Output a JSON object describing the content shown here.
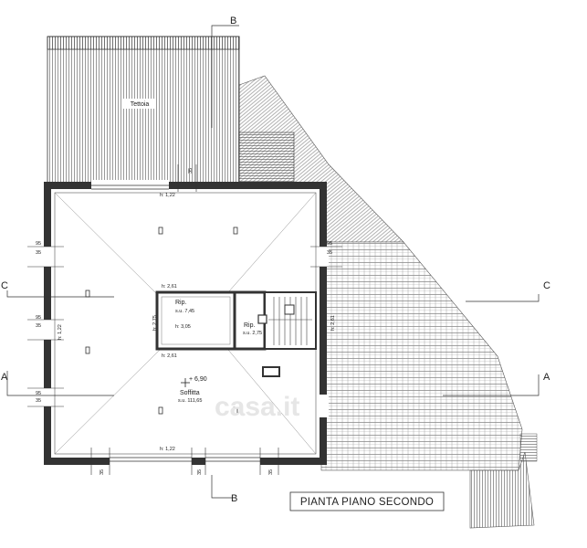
{
  "title": "PIANTA PIANO SECONDO",
  "watermark": "casa.it",
  "section_labels": {
    "a": "A",
    "b": "B",
    "c": "C"
  },
  "rooms": {
    "tettoia": "Tettoia",
    "rip1_name": "Rip.",
    "rip1_area": "s.u. 7,45",
    "rip1_height": "h: 3,05",
    "rip2_name": "Rip.",
    "rip2_area": "s.u. 2,75",
    "soffitta_name": "Soffitta",
    "soffitta_area": "s.u. 111,65",
    "level": "+ 6,90"
  },
  "heights": {
    "top": "h: 1,22",
    "rip_top": "h: 2,61",
    "rip_bottom": "h: 2,61",
    "rip_side": "h: 2,75",
    "left": "h: 1,22",
    "bottom": "h: 1,22",
    "right": "h: 2,61"
  },
  "dims": {
    "d95": "95",
    "d35": "35"
  }
}
